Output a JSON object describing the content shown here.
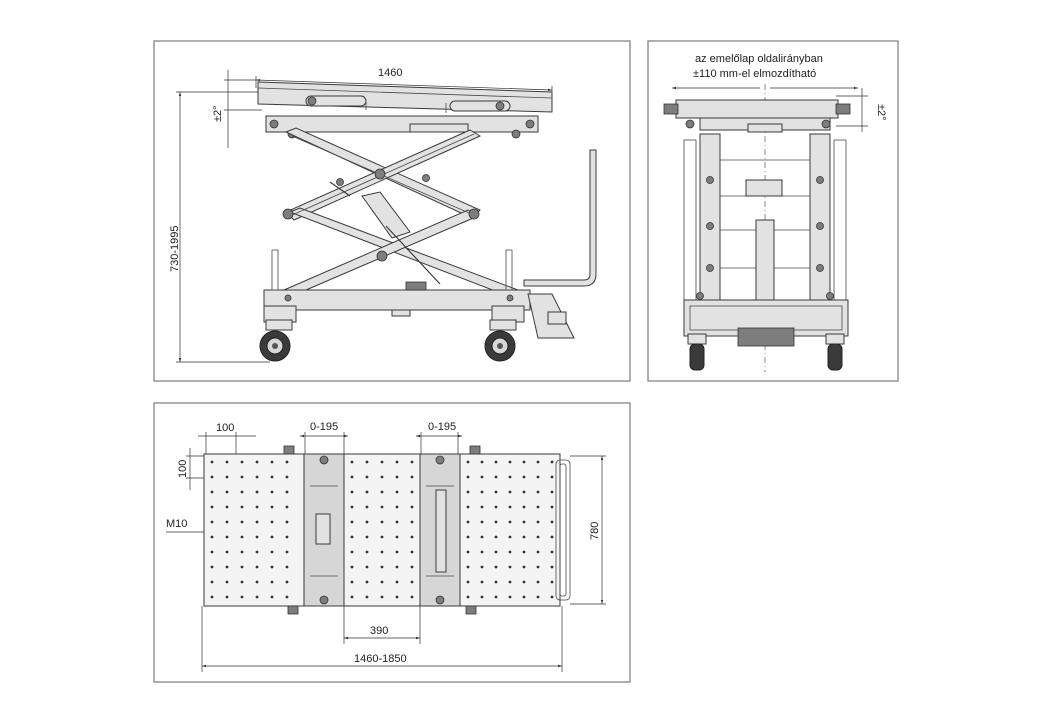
{
  "side_view": {
    "width_label": "1460",
    "height_label": "730-1995",
    "tilt_label": "±2°"
  },
  "front_view": {
    "note_line1": "az emelőlap oldalirányban",
    "note_line2": "±110 mm-el elmozdítható",
    "tilt_label": "±2°"
  },
  "top_view": {
    "hole_spacing_x": "100",
    "hole_spacing_y": "100",
    "slot_left": "0-195",
    "slot_right": "0-195",
    "thread_label": "M10",
    "depth_label": "780",
    "gap_label": "390",
    "length_label": "1460-1850"
  }
}
